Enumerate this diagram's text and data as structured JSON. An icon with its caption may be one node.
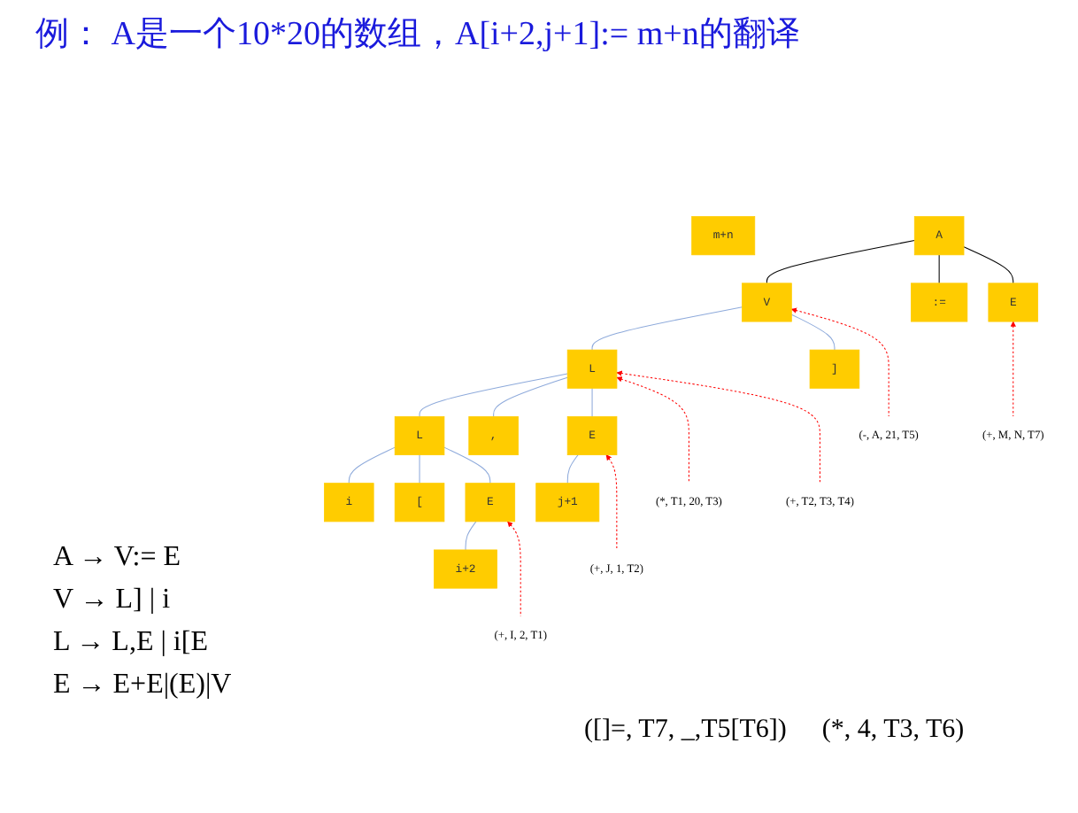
{
  "diagram": {
    "title": "例： A是一个10*20的数组，A[i+2,j+1]:= m+n的翻译",
    "nodes": [
      {
        "text": [
          "A"
        ]
      },
      {
        "text": [
          "V"
        ]
      },
      {
        "text": [
          ":="
        ]
      },
      {
        "text": [
          "E"
        ]
      },
      {
        "text": [
          "m+n"
        ]
      },
      {
        "text": [
          "L"
        ]
      },
      {
        "text": [
          "]"
        ]
      },
      {
        "text": [
          "L"
        ]
      },
      {
        "text": [
          ","
        ]
      },
      {
        "text": [
          "E"
        ]
      },
      {
        "text": [
          "i"
        ]
      },
      {
        "text": [
          "["
        ]
      },
      {
        "text": [
          "E"
        ]
      },
      {
        "text": [
          "j+1"
        ]
      },
      {
        "text": [
          "i+2"
        ]
      },
      {
        "text": [
          "(+, I, 2, T1)"
        ]
      },
      {
        "text": [
          "(+, J, 1, T2)"
        ]
      },
      {
        "text": [
          "(*, T1, 20, T3)"
        ]
      },
      {
        "text": [
          "(+, T2, T3, T4)"
        ]
      },
      {
        "text": [
          "(-, A, 21, T5)"
        ]
      },
      {
        "text": [
          "(+, M, N, T7)"
        ]
      }
    ],
    "edges": [
      {
        "from": 0,
        "to": 1,
        "arrow": "none",
        "color": "#000000"
      },
      {
        "from": 0,
        "to": 2,
        "arrow": "none",
        "color": "#000000"
      },
      {
        "from": 0,
        "to": 3,
        "arrow": "none",
        "color": "#000000"
      },
      {
        "from": 1,
        "to": 5,
        "arrow": "none"
      },
      {
        "from": 1,
        "to": 6,
        "arrow": "none"
      },
      {
        "from": 5,
        "to": 7,
        "arrow": "none"
      },
      {
        "from": 5,
        "to": 8,
        "arrow": "none"
      },
      {
        "from": 5,
        "to": 9,
        "arrow": "none"
      },
      {
        "from": 7,
        "to": 10,
        "arrow": "none"
      },
      {
        "from": 7,
        "to": 11,
        "arrow": "none"
      },
      {
        "from": 7,
        "to": 12,
        "arrow": "none"
      },
      {
        "from": 12,
        "to": 14,
        "arrow": "none"
      },
      {
        "from": 9,
        "to": 13,
        "arrow": "none"
      },
      {
        "from": 15,
        "to": 12,
        "arrow": "to",
        "style": "dashed",
        "color": "#ff0000"
      },
      {
        "from": 16,
        "to": 9,
        "arrow": "to",
        "style": "dashed",
        "color": "#ff0000"
      },
      {
        "from": 17,
        "to": 5,
        "arrow": "to",
        "style": "dashed",
        "color": "#ff0000"
      },
      {
        "from": 18,
        "to": 5,
        "arrow": "to",
        "style": "dashed",
        "color": "#ff0000"
      },
      {
        "from": 19,
        "to": 1,
        "arrow": "to",
        "style": "dashed",
        "color": "#ff0000"
      },
      {
        "from": 20,
        "to": 3,
        "arrow": "to",
        "style": "dashed",
        "color": "#ff0000"
      }
    ],
    "labels": [
      "([]=, T7, _,T5[T6])",
      "(*, 4, T3, T6)",
      "A → V:= E",
      "V → L] | i",
      "L → L,E | i[E",
      "E → E+E|(E)|V"
    ]
  }
}
